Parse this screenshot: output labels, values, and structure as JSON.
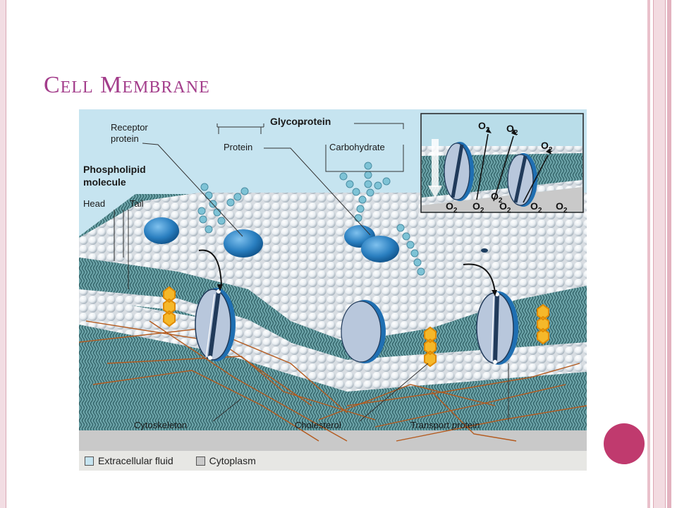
{
  "slide": {
    "title": "Cell Membrane"
  },
  "diagram": {
    "labels": {
      "receptor_protein_1": "Receptor",
      "receptor_protein_2": "protein",
      "glycoprotein": "Glycoprotein",
      "protein": "Protein",
      "carbohydrate": "Carbohydrate",
      "phospholipid_1": "Phospholipid",
      "phospholipid_2": "molecule",
      "head": "Head",
      "tail": "Tail",
      "cytoskeleton": "Cytoskeleton",
      "cholesterol": "Cholesterol",
      "transport_protein": "Transport protein"
    },
    "inset": {
      "o2_label": "O",
      "o2_sub": "2"
    },
    "legend": {
      "extracellular": "Extracellular fluid",
      "cytoplasm": "Cytoplasm"
    },
    "colors": {
      "extracellular": "#c6e4f0",
      "cytoplasm": "#c9c9c9",
      "accent": "#a33d8b",
      "dot": "#c03a6e"
    }
  }
}
